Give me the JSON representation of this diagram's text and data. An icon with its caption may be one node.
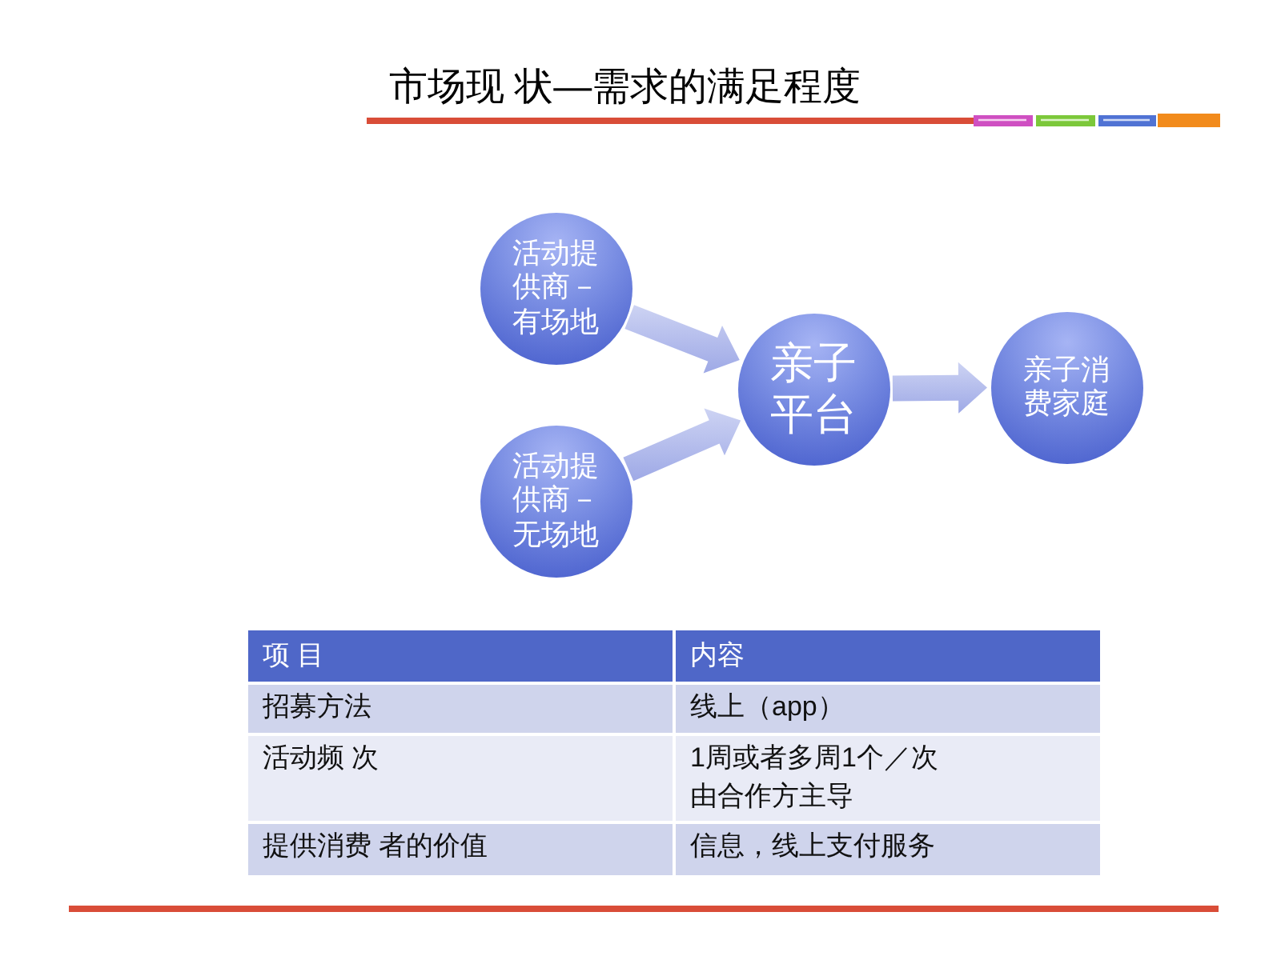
{
  "diagram": {
    "title": "市场现 状—需求的满足程度",
    "nodes": [
      {
        "text": [
          "活动提供商－有场地"
        ]
      },
      {
        "text": [
          "活动提供商－无场地"
        ]
      },
      {
        "text": [
          "亲子平台"
        ]
      },
      {
        "text": [
          "亲子消费家庭"
        ]
      }
    ],
    "edges": [
      {
        "from": 0,
        "to": 2,
        "arrow": "to"
      },
      {
        "from": 1,
        "to": 2,
        "arrow": "to"
      },
      {
        "from": 2,
        "to": 3,
        "arrow": "to"
      }
    ],
    "labels": [
      "项 目",
      "内容",
      "招募方法",
      "线上（app）",
      "活动频 次",
      "1周或者多周1个／次",
      "由合作方主导",
      "提供消费 者的价值",
      "信息，线上支付服务"
    ]
  }
}
